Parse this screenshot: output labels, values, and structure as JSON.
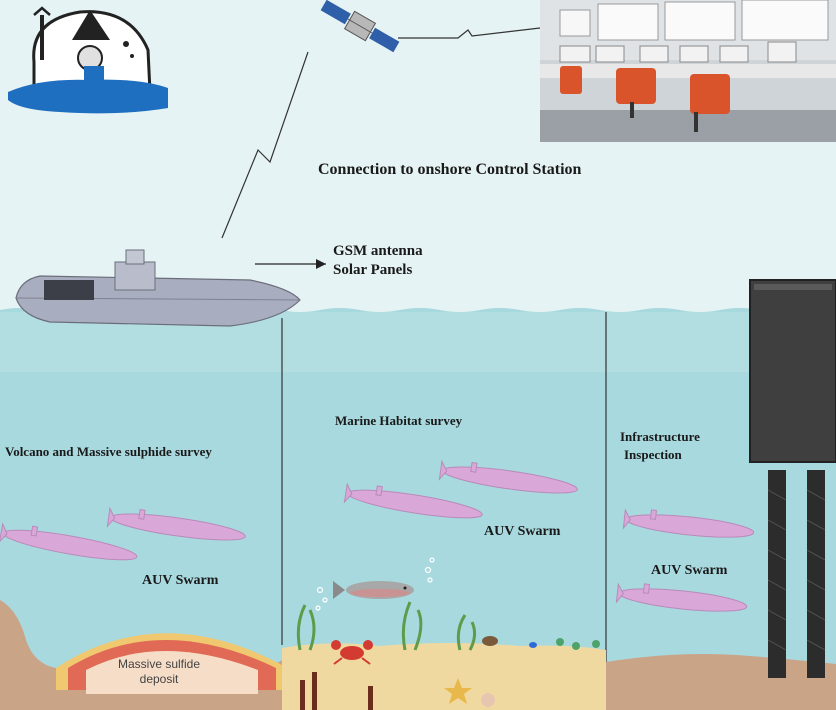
{
  "labels": {
    "connection": "Connection to onshore Control Station",
    "gsm_antenna": "GSM antenna",
    "solar_panels": "Solar Panels",
    "volcano_survey": "Volcano and Massive sulphide survey",
    "marine_survey": "Marine Habitat survey",
    "infrastructure_line1": "Infrastructure",
    "infrastructure_line2": "Inspection",
    "auv_swarm_1": "AUV Swarm",
    "auv_swarm_2": "AUV Swarm",
    "auv_swarm_3": "AUV Swarm",
    "sulfide_line1": "Massive sulfide",
    "sulfide_line2": "deposit"
  },
  "colors": {
    "sky": "#e6f3f4",
    "water": "#a8d9df",
    "seabed": "#c9a487",
    "sand": "#f0d9a0",
    "auv": "#d9a8d9",
    "boat": "#a9adc0",
    "logo_blue": "#1f6fc0",
    "sulfide_red": "#e06a55",
    "sulfide_core": "#f6ddc8",
    "platform": "#3f3f3f",
    "pillar": "#2c2c2c"
  },
  "icons": [
    "logo-badge",
    "satellite-icon",
    "control-room-photo",
    "surface-vessel",
    "fish-icon",
    "crab-icon",
    "starfish-icon",
    "offshore-platform"
  ]
}
